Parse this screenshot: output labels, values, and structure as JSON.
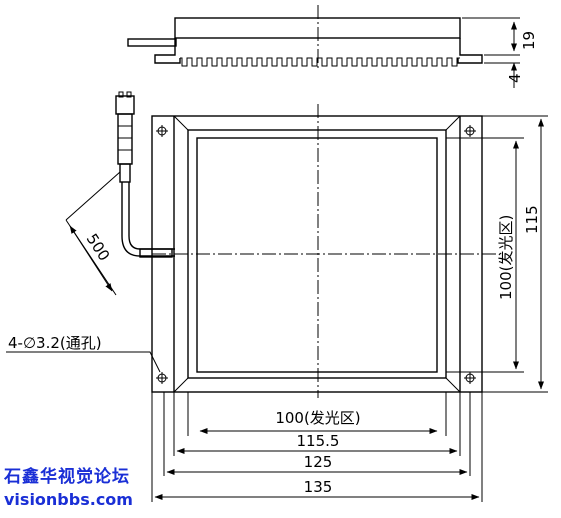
{
  "dimensions": {
    "height_19": "19",
    "height_4": "4",
    "cable_500": "500",
    "emit_vertical": "100(发光区)",
    "outer_115": "115",
    "hole_note": "4-∅3.2(通孔)",
    "emit_horizontal": "100(发光区)",
    "width_115_5": "115.5",
    "width_125": "125",
    "width_135": "135"
  },
  "watermark": {
    "line1": "石鑫华视觉论坛",
    "line2": "visionbbs.com",
    "color": "#1a2fd6"
  }
}
